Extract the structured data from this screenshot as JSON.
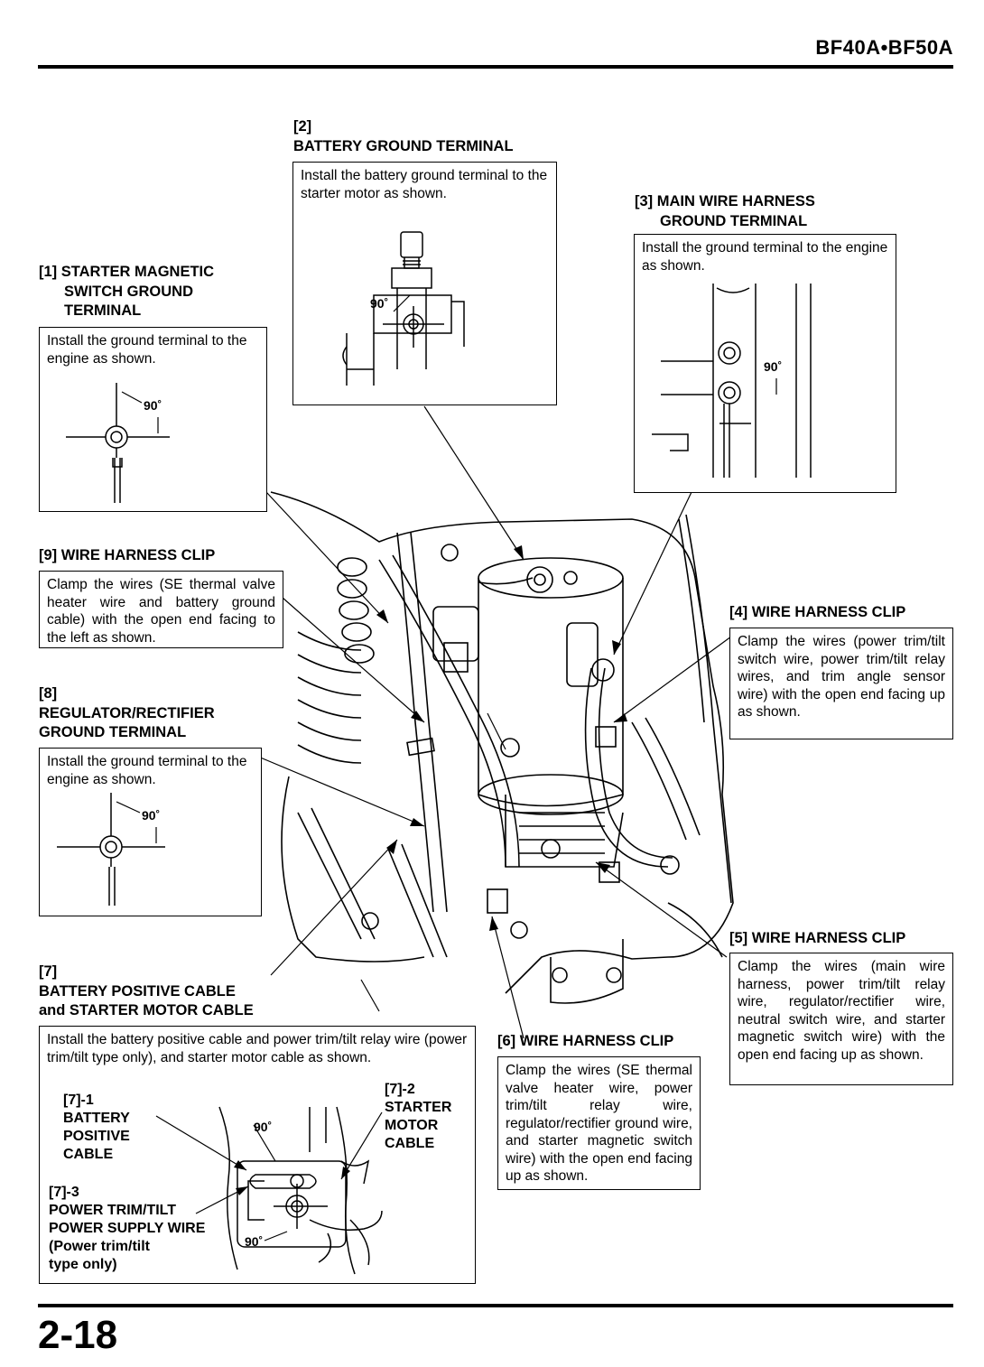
{
  "header": {
    "model": "BF40A•BF50A"
  },
  "footer": {
    "page_number": "2-18"
  },
  "callouts": {
    "c1": {
      "num": "[1]",
      "title_l1": "STARTER MAGNETIC",
      "title_l2": "SWITCH GROUND",
      "title_l3": "TERMINAL",
      "text": "Install the ground terminal to the engine as shown.",
      "angle": "90˚"
    },
    "c2": {
      "num": "[2]",
      "title": "BATTERY GROUND TERMINAL",
      "text": "Install the battery ground terminal to the starter motor as shown.",
      "angle": "90˚"
    },
    "c3": {
      "title_l1": "[3] MAIN WIRE HARNESS",
      "title_l2": "GROUND TERMINAL",
      "text": "Install the ground terminal to the engine as shown.",
      "angle": "90˚"
    },
    "c4": {
      "title": "[4] WIRE HARNESS CLIP",
      "text": "Clamp the wires (power trim/tilt switch wire, power trim/tilt relay wires, and trim angle sensor wire) with the open end facing up as shown."
    },
    "c5": {
      "title": "[5] WIRE HARNESS CLIP",
      "text": "Clamp the wires (main wire harness, power trim/tilt relay wire, regulator/rectifier wire, neutral switch wire, and starter magnetic switch wire) with the open end facing up as shown."
    },
    "c6": {
      "title": "[6] WIRE HARNESS CLIP",
      "text": "Clamp the wires (SE thermal valve heater wire, power trim/tilt relay wire, regulator/rectifier ground wire, and starter magnetic switch wire) with the open end facing up as shown."
    },
    "c7": {
      "num": "[7]",
      "title_l1": "BATTERY POSITIVE CABLE",
      "title_l2": "and STARTER MOTOR CABLE",
      "text": "Install the battery positive cable and power trim/tilt relay wire (power trim/tilt type only), and  starter motor cable as shown.",
      "sub1": {
        "num": "[7]-1",
        "l1": "BATTERY",
        "l2": "POSITIVE",
        "l3": "CABLE"
      },
      "sub2": {
        "num": "[7]-2",
        "l1": "STARTER",
        "l2": "MOTOR",
        "l3": "CABLE"
      },
      "sub3": {
        "num": "[7]-3",
        "l1": "POWER TRIM/TILT",
        "l2": "POWER SUPPLY WIRE",
        "l3": "(Power trim/tilt",
        "l4": "type only)"
      },
      "angle_top": "90˚",
      "angle_bottom": "90˚"
    },
    "c8": {
      "num": "[8]",
      "title_l1": "REGULATOR/RECTIFIER",
      "title_l2": "GROUND TERMINAL",
      "text": "Install the ground terminal to the engine as shown.",
      "angle": "90˚"
    },
    "c9": {
      "title": "[9] WIRE HARNESS CLIP",
      "text": "Clamp the wires (SE thermal valve heater wire and battery ground cable) with the open end facing to the left as shown."
    }
  }
}
